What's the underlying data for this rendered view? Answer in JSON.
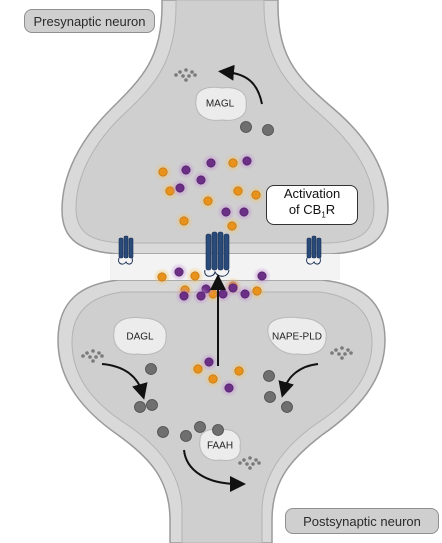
{
  "labels": {
    "presynaptic": "Presynaptic neuron",
    "postsynaptic": "Postsynaptic neuron"
  },
  "activation": {
    "line1": "Activation",
    "line2_prefix": "of CB",
    "line2_subscript": "1",
    "line2_suffix": "R"
  },
  "enzymes": {
    "magl": "MAGL",
    "dagl": "DAGL",
    "nape_pld": "NAPE-PLD",
    "faah": "FAAH"
  },
  "colors": {
    "membrane_fill": "#d9d9d9",
    "membrane_stroke": "#9a9a9a",
    "cytoplasm": "#cfcfcf",
    "receptor": "#2a4a7a",
    "orange_ligand": "#e8921c",
    "purple_ligand": "#6b2f86",
    "metabolite": "#6f6f6f",
    "enzyme": "#ececec"
  }
}
